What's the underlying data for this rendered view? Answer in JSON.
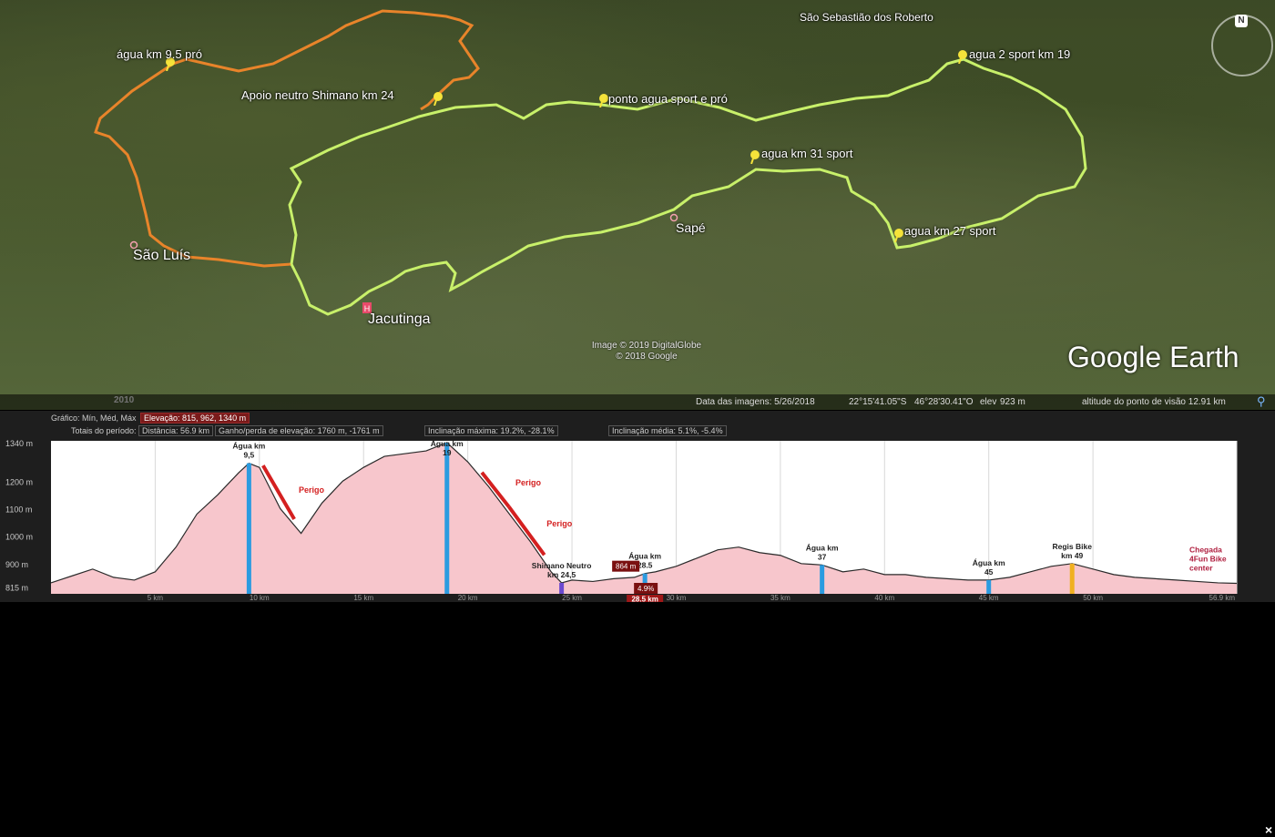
{
  "map": {
    "town_labels": [
      "São Luís",
      "Jacutinga",
      "Sapé",
      "São Sebastião dos Roberto"
    ],
    "waypoints": [
      {
        "label": "água km 9.5 pró"
      },
      {
        "label": "Apoio neutro Shimano km 24"
      },
      {
        "label": "ponto agua sport e pró"
      },
      {
        "label": "agua 2 sport km 19"
      },
      {
        "label": "agua km 31 sport"
      },
      {
        "label": "agua km 27 sport"
      }
    ],
    "credits_line1": "Image © 2019 DigitalGlobe",
    "credits_line2": "© 2018 Google",
    "brand": "Google Earth",
    "year": "2010",
    "compass_label": "N",
    "route_colors": {
      "pro": "#e8842a",
      "sport": "#c8f06a"
    }
  },
  "statusbar": {
    "image_date": "Data das imagens: 5/26/2018",
    "lat": "22°15'41.05\"S",
    "lon": "46°28'30.41\"O",
    "elev_label": "elev",
    "elev_value": "923 m",
    "altitude": "altitude do ponto de visão  12.91 km"
  },
  "profile_header": {
    "row1_prefix": "Gráfico: Mín, Méd, Máx",
    "row1_elevation": "Elevação: 815, 962, 1340 m",
    "row2_prefix": "Totais do período:",
    "distance": "Distância: 56.9 km",
    "gain_loss": "Ganho/perda de elevação: 1760 m, -1761 m",
    "max_grade": "Inclinação máxima: 19.2%, -28.1%",
    "avg_grade": "Inclinação média: 5.1%, -5.4%",
    "close": "×"
  },
  "chart_data": {
    "type": "area",
    "ylim": [
      790,
      1340
    ],
    "xlim": [
      0,
      56.9
    ],
    "y_ticks": [
      {
        "v": 1340,
        "l": "1340 m"
      },
      {
        "v": 1200,
        "l": "1200 m"
      },
      {
        "v": 1100,
        "l": "1100 m"
      },
      {
        "v": 1000,
        "l": "1000 m"
      },
      {
        "v": 900,
        "l": "900 m"
      },
      {
        "v": 815,
        "l": "815 m"
      }
    ],
    "x_ticks": [
      {
        "v": 5,
        "l": "5 km"
      },
      {
        "v": 10,
        "l": "10 km"
      },
      {
        "v": 15,
        "l": "15 km"
      },
      {
        "v": 20,
        "l": "20 km"
      },
      {
        "v": 25,
        "l": "25 km"
      },
      {
        "v": 30,
        "l": "30 km"
      },
      {
        "v": 35,
        "l": "35 km"
      },
      {
        "v": 40,
        "l": "40 km"
      },
      {
        "v": 45,
        "l": "45 km"
      },
      {
        "v": 50,
        "l": "50 km"
      },
      {
        "v": 56.9,
        "l": "56.9 km"
      }
    ],
    "x": [
      0,
      1,
      2,
      3,
      4,
      5,
      6,
      7,
      8,
      9,
      9.5,
      10,
      11,
      12,
      13,
      14,
      15,
      16,
      17,
      18,
      19,
      20,
      21,
      22,
      23,
      24,
      24.5,
      25,
      26,
      27,
      28,
      28.5,
      29,
      30,
      31,
      32,
      33,
      34,
      35,
      36,
      37,
      38,
      39,
      40,
      41,
      42,
      43,
      44,
      45,
      46,
      47,
      48,
      49,
      50,
      51,
      52,
      53,
      54,
      55,
      56,
      56.9
    ],
    "y": [
      830,
      855,
      880,
      850,
      840,
      870,
      960,
      1080,
      1150,
      1230,
      1265,
      1250,
      1100,
      1010,
      1120,
      1200,
      1250,
      1290,
      1300,
      1310,
      1340,
      1270,
      1180,
      1080,
      980,
      870,
      830,
      840,
      835,
      845,
      850,
      864,
      870,
      890,
      920,
      950,
      960,
      940,
      930,
      900,
      895,
      870,
      880,
      860,
      860,
      850,
      845,
      840,
      840,
      850,
      870,
      890,
      900,
      880,
      860,
      850,
      845,
      840,
      835,
      830,
      828
    ],
    "markers": [
      {
        "x": 9.5,
        "label": "Água km 9,5",
        "color": "#2b9be0"
      },
      {
        "x": 19,
        "label": "Água km 19",
        "color": "#2b9be0"
      },
      {
        "x": 24.5,
        "label": "Shimano Neutro km 24,5",
        "color": "#6a4ad0"
      },
      {
        "x": 28.5,
        "label": "Água km 28.5",
        "color": "#2b9be0"
      },
      {
        "x": 37,
        "label": "Água km 37",
        "color": "#2b9be0"
      },
      {
        "x": 45,
        "label": "Água km 45",
        "color": "#2b9be0"
      },
      {
        "x": 49,
        "label": "Regis Bike km 49",
        "color": "#f0b020"
      }
    ],
    "danger_label": "Perigo",
    "danger_segments": [
      [
        10,
        11.5
      ],
      [
        20.5,
        21.8
      ],
      [
        21.8,
        23.5
      ]
    ],
    "finish_label": "Chegada 4Fun Bike center",
    "cursor": {
      "x": 28.5,
      "elev_label": "864 m",
      "dist_label": "28.5 km",
      "grade_label": "4.9%"
    },
    "fill_color": "#f7c6cc",
    "line_color": "#2a2a2a"
  }
}
